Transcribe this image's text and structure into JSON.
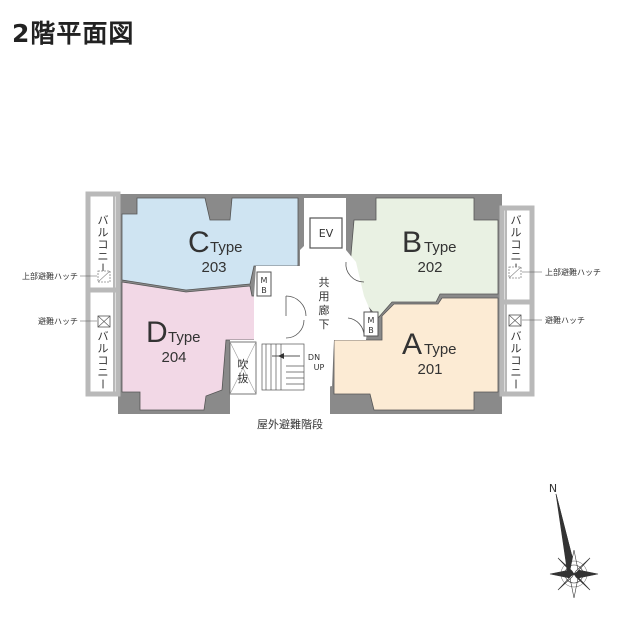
{
  "title": "2階平面図",
  "units": [
    {
      "letter": "A",
      "type": "Type",
      "number": "201",
      "color": "#fcebd4"
    },
    {
      "letter": "B",
      "type": "Type",
      "number": "202",
      "color": "#e9f1e3"
    },
    {
      "letter": "C",
      "type": "Type",
      "number": "203",
      "color": "#cfe4f2"
    },
    {
      "letter": "D",
      "type": "Type",
      "number": "204",
      "color": "#f2d8e6"
    }
  ],
  "labels": {
    "ev": "EV",
    "mb": [
      "M",
      "B"
    ],
    "corridor": [
      "共",
      "用",
      "廊",
      "下"
    ],
    "void": [
      "吹",
      "抜"
    ],
    "dn": "DN",
    "up": "UP",
    "balcony": [
      "バ",
      "ル",
      "コ",
      "ニ",
      "ー"
    ],
    "upper_hatch": "上部避難ハッチ",
    "hatch": "避難ハッチ",
    "outdoor_stairs": "屋外避難階段",
    "north": "N"
  },
  "colors": {
    "wall": "#8a8a8a",
    "balcony_frame": "#b9b9b9"
  }
}
